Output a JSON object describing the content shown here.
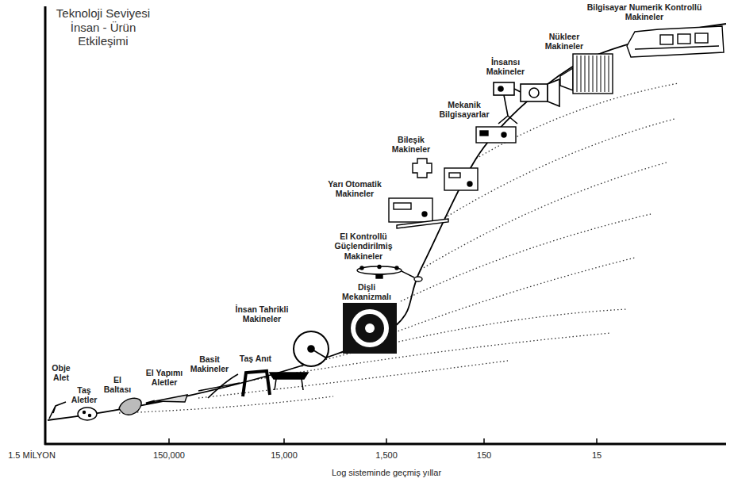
{
  "diagram": {
    "labels": [
      "Teknoloji Seviyesi İnsan - Ürün Etkileşimi",
      "Obje Alet",
      "Taş Aletler",
      "El Baltası",
      "El Yapımı Aletler",
      "Basit Makineler",
      "Taş Anıt",
      "İnsan Tahrikli Makineler",
      "Dişli Mekanizmalı",
      "El Kontrollü Güçlendirilmiş Makineler",
      "Yarı Otomatik Makineler",
      "Bileşik Makineler",
      "Mekanik Bilgisayarlar",
      "İnsansı Makineler",
      "Nükleer Makineler",
      "Bilgisayar Numerik Kontrollü Makineler",
      "1.5 MİLYON",
      "150,000",
      "15,000",
      "1,500",
      "150",
      "15",
      "Log sisteminde geçmiş yıllar"
    ]
  }
}
